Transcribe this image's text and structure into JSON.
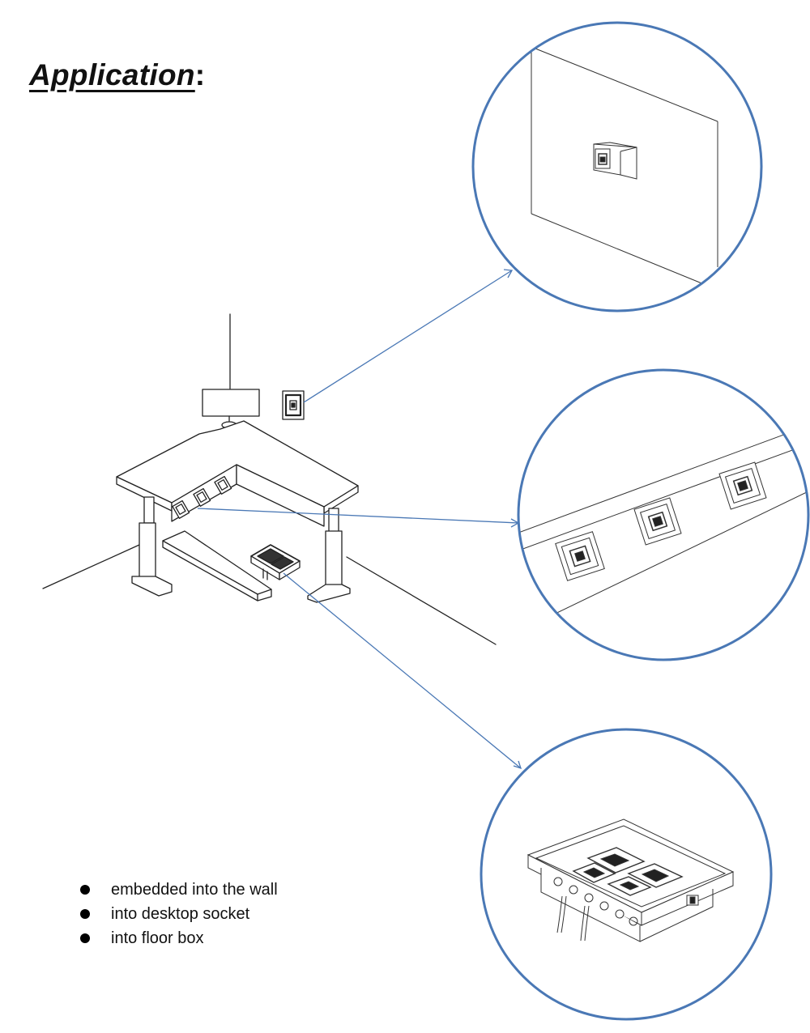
{
  "title": {
    "word": "Application",
    "colon": ":"
  },
  "legend": {
    "items": [
      "embedded into the wall",
      "into desktop socket",
      "into floor box"
    ]
  },
  "colors": {
    "callout": "#4a78b5",
    "line": "#222222",
    "text": "#111111"
  }
}
